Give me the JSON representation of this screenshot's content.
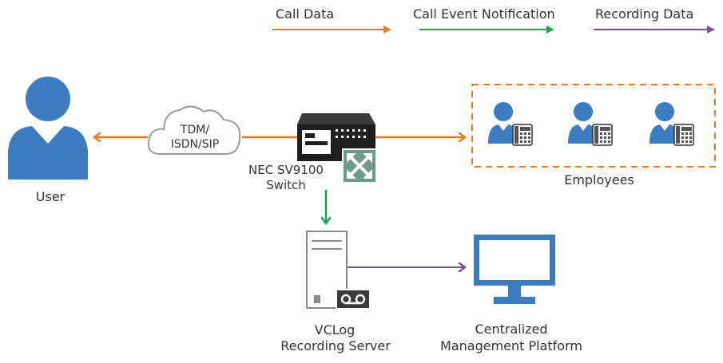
{
  "legend": {
    "call_data": "Call Data",
    "call_event": "Call Event Notification",
    "recording_data": "Recording Data"
  },
  "colors": {
    "call_data": "#e07b24",
    "call_event": "#1aa457",
    "recording_data": "#7e4f9e",
    "person": "#3d7cc1",
    "device": "#2b2b2b",
    "switch_icon": "#6f9b8c",
    "outline": "#9a9a9a"
  },
  "nodes": {
    "user": {
      "label": "User",
      "icon": "person-icon"
    },
    "cloud": {
      "line1": "TDM/",
      "line2": "ISDN/SIP",
      "icon": "cloud-icon"
    },
    "switch": {
      "line1": "NEC SV9100",
      "line2": "Switch",
      "icon": "switch-icon"
    },
    "employees": {
      "label": "Employees",
      "count": 3,
      "icon": "employee-phone-icon"
    },
    "server": {
      "line1": "VCLog",
      "line2": "Recording Server",
      "icon": "server-icon"
    },
    "platform": {
      "line1": "Centralized",
      "line2": "Management Platform",
      "icon": "monitor-icon"
    }
  }
}
